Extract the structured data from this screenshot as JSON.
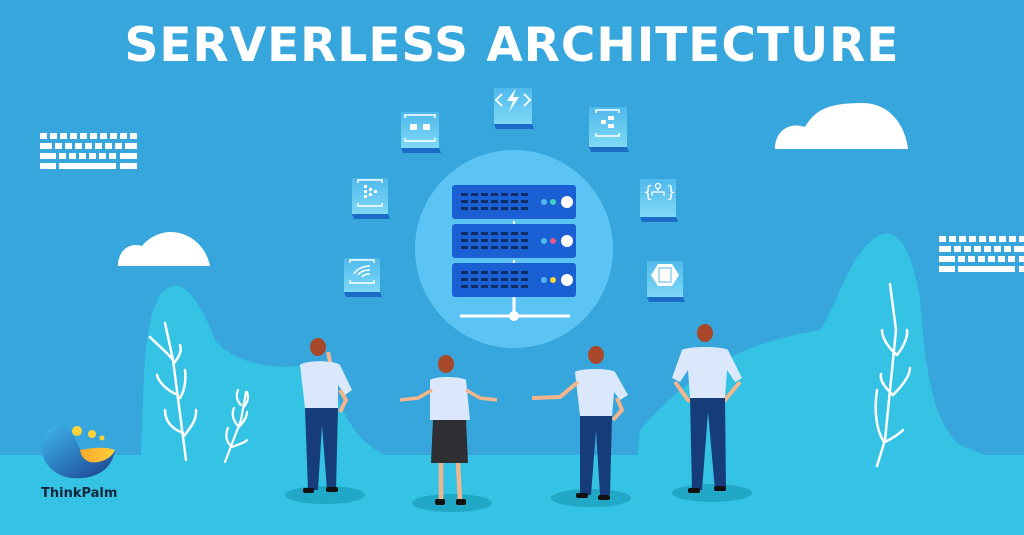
{
  "header": {
    "title": "SERVERLESS ARCHITECTURE"
  },
  "brand": {
    "name": "ThinkPalm",
    "logo_icon": "thinkpalm-logo-icon"
  },
  "colors": {
    "background": "#36a6dc",
    "hills": "#34c3e4",
    "circle": "#5cc4f5",
    "server_body": "#1a5fd3",
    "cloud": "#ffffff",
    "text_primary": "#ffffff",
    "brand_text": "#14253b"
  },
  "illustration": {
    "server_rack": {
      "units": [
        {
          "indicator_colors": [
            "#4fb8ee",
            "#3fd2c0"
          ]
        },
        {
          "indicator_colors": [
            "#4fb8ee",
            "#e65a8a"
          ]
        },
        {
          "indicator_colors": [
            "#4fb8ee",
            "#f2d23a"
          ]
        }
      ]
    },
    "service_icons": [
      {
        "name": "cognitive-services-icon"
      },
      {
        "name": "function-lightning-icon"
      },
      {
        "name": "event-grid-icon"
      },
      {
        "name": "stream-analytics-icon"
      },
      {
        "name": "logic-apps-icon"
      },
      {
        "name": "api-connections-icon"
      },
      {
        "name": "storage-hex-icon"
      }
    ],
    "people": [
      {
        "role": "man-thinking"
      },
      {
        "role": "woman-shrugging"
      },
      {
        "role": "man-pointing"
      },
      {
        "role": "man-hands-on-hips"
      }
    ],
    "decorations": [
      "keyboard-left",
      "keyboard-right",
      "cloud-left",
      "cloud-right",
      "plant-left",
      "plant-left-small",
      "plant-right"
    ]
  }
}
